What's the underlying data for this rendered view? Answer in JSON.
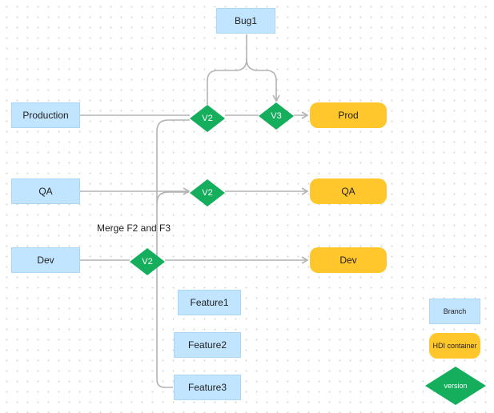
{
  "nodes": {
    "bug1": "Bug1",
    "production": "Production",
    "qa": "QA",
    "dev": "Dev",
    "feature1": "Feature1",
    "feature2": "Feature2",
    "feature3": "Feature3"
  },
  "versions": {
    "production_merge": "V2",
    "production_hotfix": "V3",
    "qa_merge": "V2",
    "dev_merge": "V2"
  },
  "containers": {
    "prod": "Prod",
    "qa": "QA",
    "dev": "Dev"
  },
  "annotation": "Merge F2 and F3",
  "legend": {
    "branch": "Branch",
    "container": "HDI container",
    "version": "version"
  },
  "colors": {
    "branch_fill": "#c2e5ff",
    "container_fill": "#ffc72c",
    "version_fill": "#14ae5c",
    "connector": "#b3b3b3"
  }
}
